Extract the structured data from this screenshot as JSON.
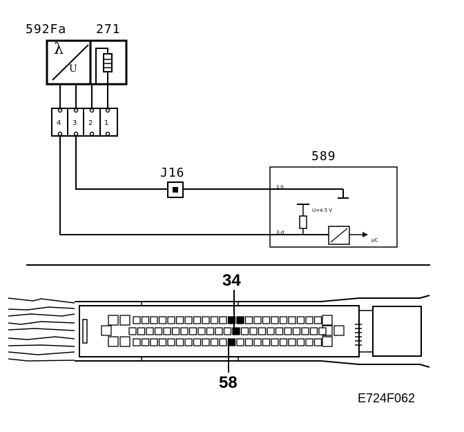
{
  "header": {
    "sensor_code": "592Fa",
    "sensor_code_2": "271",
    "ecu_code": "589",
    "junction": "J16"
  },
  "sensor_symbols": {
    "lambda": "λ",
    "u": "U"
  },
  "connector_pins": [
    "4",
    "3",
    "2",
    "1"
  ],
  "ecu_inner": {
    "pin_upper": "1-k",
    "pin_lower": "3-d",
    "voltage_label": "U=4.5 V",
    "output_label": "μC"
  },
  "bottom_view": {
    "pin_top": "34",
    "pin_bottom": "58",
    "figure_ref": "E724F062"
  },
  "colors": {
    "line": "#000000",
    "background": "#ffffff"
  }
}
